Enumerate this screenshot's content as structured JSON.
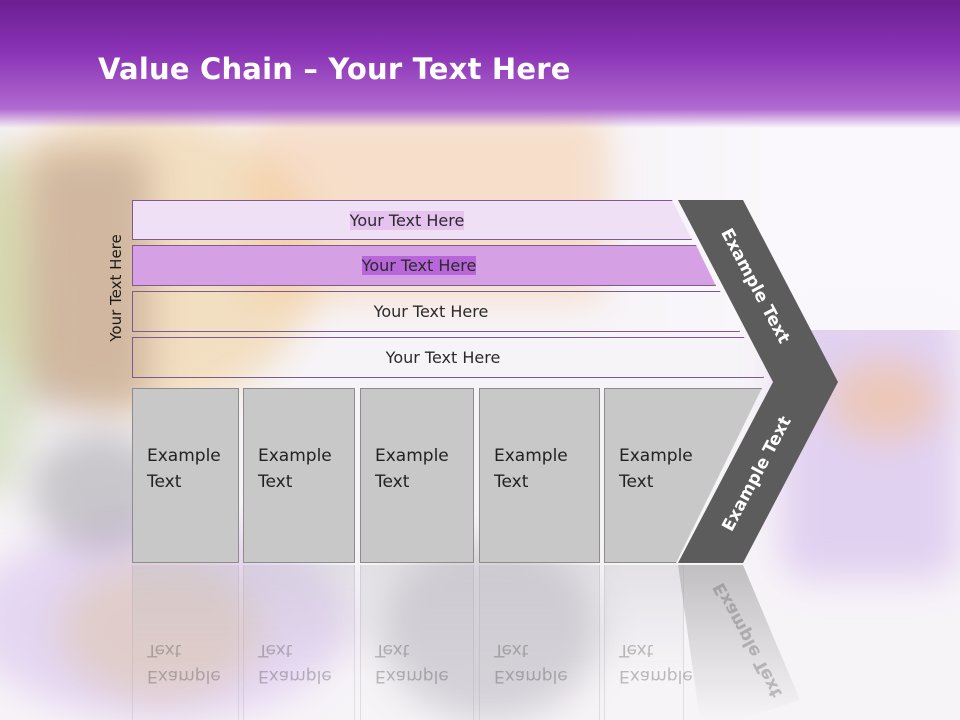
{
  "slide": {
    "title_bold": "Value Chain",
    "title_rest": " – Your Text Here",
    "side_label": "Your Text Here"
  },
  "bars": [
    {
      "label": "Your Text Here",
      "color": "#f0e0f6"
    },
    {
      "label": "Your Text Here",
      "color": "#e5c3ee"
    },
    {
      "label": "Your Text Here",
      "color": "#d6a1e4"
    },
    {
      "label": "Your Text Here",
      "color": "#b866da"
    }
  ],
  "chevron": {
    "upper_label": "Example Text",
    "lower_label": "Example Text",
    "color": "#5c5c5c"
  },
  "boxes": [
    {
      "line1": "Example",
      "line2": "Text"
    },
    {
      "line1": "Example",
      "line2": "Text"
    },
    {
      "line1": "Example",
      "line2": "Text"
    },
    {
      "line1": "Example",
      "line2": "Text"
    },
    {
      "line1": "Example",
      "line2": "Text"
    }
  ],
  "colors": {
    "header": "#8a32b5",
    "box_fill": "#c8c8c8"
  }
}
